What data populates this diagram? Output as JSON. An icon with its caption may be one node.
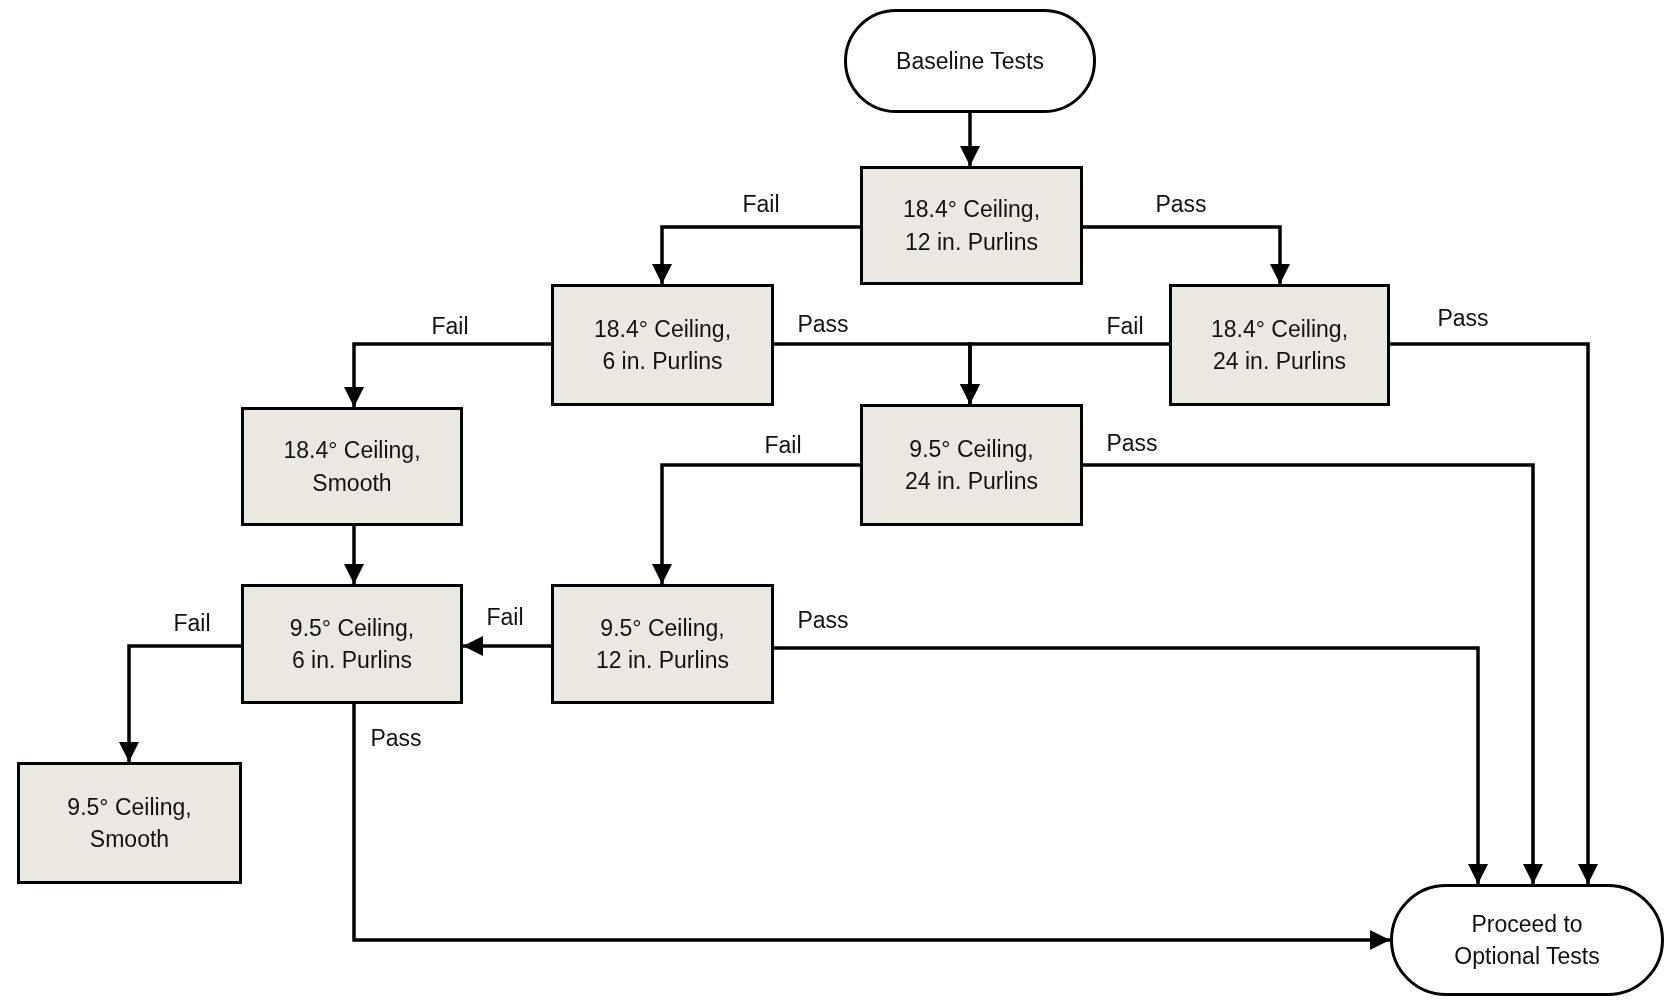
{
  "diagram": {
    "nodes": [
      {
        "text": [
          "Baseline Tests"
        ]
      },
      {
        "text": [
          "18.4° Ceiling, 12 in. Purlins"
        ]
      },
      {
        "text": [
          "18.4° Ceiling, 6 in. Purlins"
        ]
      },
      {
        "text": [
          "18.4° Ceiling, 24 in. Purlins"
        ]
      },
      {
        "text": [
          "18.4° Ceiling, Smooth"
        ]
      },
      {
        "text": [
          "9.5° Ceiling, 24 in. Purlins"
        ]
      },
      {
        "text": [
          "9.5° Ceiling, 6 in. Purlins"
        ]
      },
      {
        "text": [
          "9.5° Ceiling, 12 in. Purlins"
        ]
      },
      {
        "text": [
          "9.5° Ceiling, Smooth"
        ]
      },
      {
        "text": [
          "Proceed to Optional Tests"
        ]
      }
    ],
    "edges": [
      {
        "from": 0,
        "to": 1,
        "arrow": "to"
      },
      {
        "from": 1,
        "to": 2,
        "arrow": "to",
        "label": "Fail"
      },
      {
        "from": 1,
        "to": 3,
        "arrow": "to",
        "label": "Pass"
      },
      {
        "from": 2,
        "to": 4,
        "arrow": "to",
        "label": "Fail"
      },
      {
        "from": 2,
        "to": 5,
        "arrow": "to",
        "label": "Pass"
      },
      {
        "from": 3,
        "to": 5,
        "arrow": "to",
        "label": "Fail"
      },
      {
        "from": 3,
        "to": 9,
        "arrow": "to",
        "label": "Pass"
      },
      {
        "from": 4,
        "to": 6,
        "arrow": "to"
      },
      {
        "from": 5,
        "to": 7,
        "arrow": "to",
        "label": "Fail"
      },
      {
        "from": 5,
        "to": 9,
        "arrow": "to",
        "label": "Pass"
      },
      {
        "from": 7,
        "to": 6,
        "arrow": "to",
        "label": "Fail"
      },
      {
        "from": 7,
        "to": 9,
        "arrow": "to",
        "label": "Pass"
      },
      {
        "from": 6,
        "to": 8,
        "arrow": "to",
        "label": "Fail"
      },
      {
        "from": 6,
        "to": 9,
        "arrow": "to",
        "label": "Pass"
      }
    ]
  }
}
